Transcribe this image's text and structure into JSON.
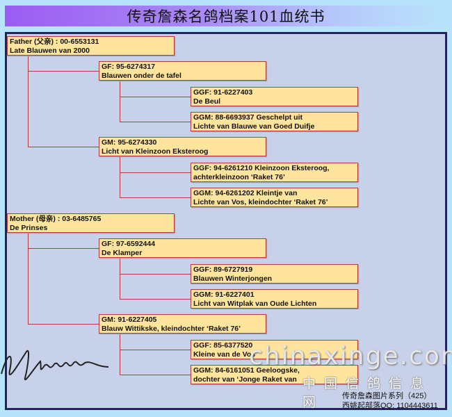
{
  "title": "传奇詹森名鸽档案101血统书",
  "boxes": {
    "father": {
      "l1": "Father (父亲) : 00-6553131",
      "l2": "Late Blauwen van 2000"
    },
    "f_gf": {
      "l1": "GF: 95-6274317",
      "l2": "Blauwen onder de tafel"
    },
    "f_gf_ggf": {
      "l1": "GGF: 91-6227403",
      "l2": "De Beul"
    },
    "f_gf_ggm": {
      "l1": "GGM: 88-6693937 Geschelpt uit",
      "l2": "Lichte van Blauwe van Goed Duifje"
    },
    "f_gm": {
      "l1": "GM: 95-6274330",
      "l2": "Licht van Kleinzoon Eksteroog"
    },
    "f_gm_ggf": {
      "l1": "GGF: 94-6261210 Kleinzoon Eksteroog,",
      "l2": "achterkleinzoon ‘Raket 76’"
    },
    "f_gm_ggm": {
      "l1": "GGM: 94-6261202 Kleintje van",
      "l2": "Lichte van Vos, kleindochter ‘Raket 76’"
    },
    "mother": {
      "l1": "Mother (母亲) : 03-6485765",
      "l2": "De Prinses"
    },
    "m_gf": {
      "l1": "GF: 97-6592444",
      "l2": "De Klamper"
    },
    "m_gf_ggf": {
      "l1": "GGF: 89-6727919",
      "l2": "Blauwen Winterjongen"
    },
    "m_gf_ggm": {
      "l1": "GGM: 91-6227401",
      "l2": "Licht van Witplak van Oude Lichten"
    },
    "m_gm": {
      "l1": "GM: 91-6227405",
      "l2": "Blauw Wittikske, kleindochter ‘Raket 76’"
    },
    "m_gm_ggf": {
      "l1": "GGF: 85-6377520",
      "l2": "Kleine van de Vos"
    },
    "m_gm_ggm": {
      "l1": "GGM: 84-6161051 Geeloogske,",
      "l2": "dochter van ‘Jonge Raket van"
    }
  },
  "watermark": {
    "site": "chinaxinge.com",
    "name": "中国信鸽信息网",
    "series": "传奇詹森图片系列（425）",
    "qq": "西姚起部落QQ: 1104443611"
  }
}
